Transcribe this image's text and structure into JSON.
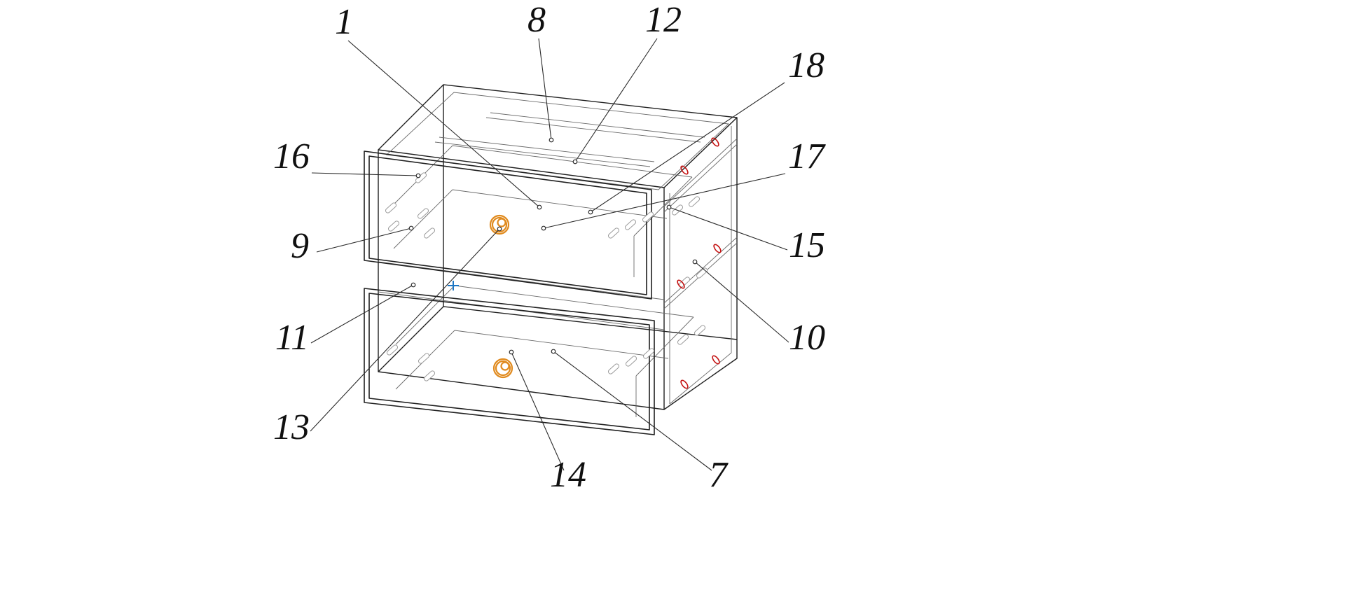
{
  "figure": {
    "callouts": {
      "c1": "1",
      "c7": "7",
      "c8": "8",
      "c9": "9",
      "c10": "10",
      "c11": "11",
      "c12": "12",
      "c13": "13",
      "c14": "14",
      "c15": "15",
      "c16": "16",
      "c17": "17",
      "c18": "18"
    },
    "colors": {
      "background": "#ffffff",
      "outline": "#1f1f1f",
      "inner_line": "#6a6a6a",
      "leader": "#2a2a2a",
      "knob": "#e08a1e",
      "screw_mark": "#c41212",
      "center_mark": "#1c76c4",
      "dowel": "#9a9a9a"
    }
  }
}
